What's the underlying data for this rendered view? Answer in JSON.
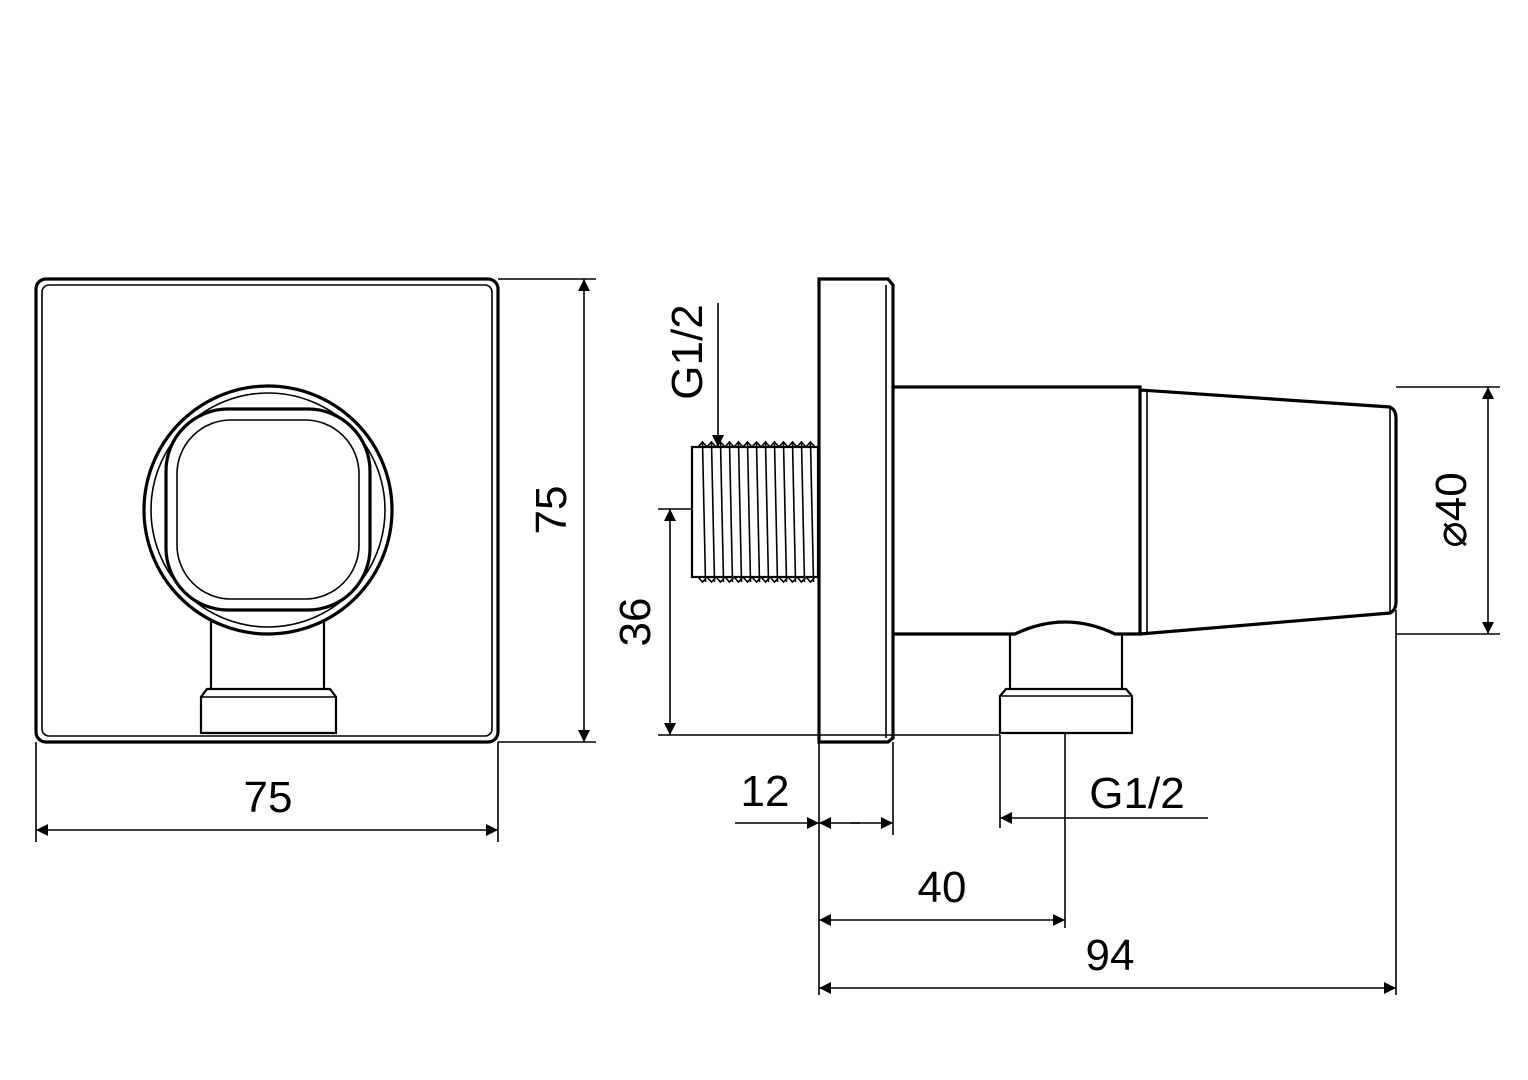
{
  "colors": {
    "stroke": "#000000",
    "background": "#ffffff"
  },
  "front_view": {
    "width_label": "75",
    "height_label": "75"
  },
  "side_view": {
    "thread_top_label": "G1/2",
    "thread_bottom_label": "G1/2",
    "height_36_label": "36",
    "diameter_label": "⌀40",
    "plate_thickness_label": "12",
    "outlet_distance_label": "40",
    "total_depth_label": "94"
  }
}
